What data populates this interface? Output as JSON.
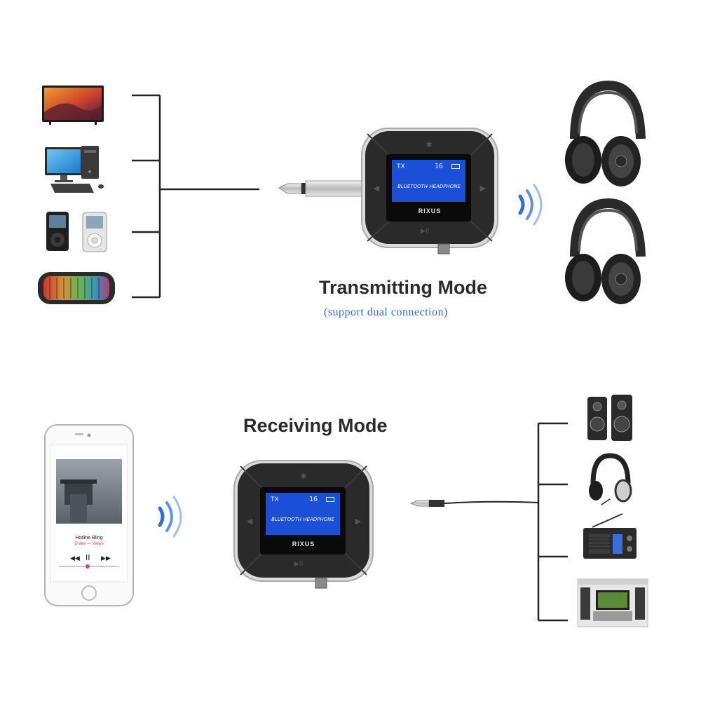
{
  "transmitting": {
    "title": "Transmitting Mode",
    "subtitle": "(support dual connection)",
    "sources": [
      "tv-icon",
      "desktop-computer-icon",
      "mp3-player-icon",
      "bluetooth-speaker-icon"
    ],
    "outputs": [
      "headphones-icon",
      "headphones-icon"
    ]
  },
  "receiving": {
    "title": "Receiving Mode",
    "sources": [
      "smartphone-icon"
    ],
    "outputs": [
      "desktop-speakers-icon",
      "headphones-icon",
      "radio-icon",
      "stereo-system-icon"
    ]
  },
  "device": {
    "brand": "RIXUS",
    "mode_indicator": "TX",
    "volume_level": "16",
    "display_text": "BLUETOOTH HEADPHONE",
    "play_pause_symbol": "▶II"
  },
  "phone": {
    "track_title": "Hotline Bling",
    "track_artist": "Drake — Views"
  },
  "colors": {
    "lcd_blue": "#1a4fd6",
    "subtitle_blue": "#3a6db5",
    "device_body": "#2a2a2a",
    "wave_blue": "#2f6fd0"
  }
}
